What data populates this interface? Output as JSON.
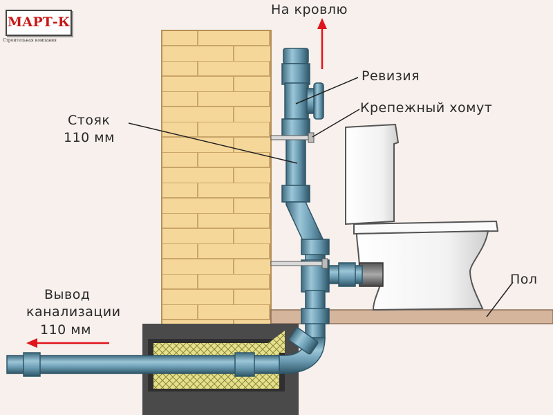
{
  "logo": {
    "name": "МАРТ-К",
    "subtitle": "Строительная компания"
  },
  "labels": {
    "roof": "На кровлю",
    "revision": "Ревизия",
    "clamp": "Крепежный хомут",
    "riser_line1": "Стояк",
    "riser_line2": "110 мм",
    "floor": "Пол",
    "outlet_line1": "Вывод",
    "outlet_line2": "канализации",
    "outlet_line3": "110 мм"
  },
  "colors": {
    "pipe": "#6a9bb2",
    "pipe_dark": "#3f6b80",
    "brick": "#f5d79a",
    "mortar": "#c9a569",
    "arrow": "#e0141b",
    "floor": "#d5b59c",
    "foundation": "#4a4a4a",
    "insulation": "#e6e08a"
  }
}
